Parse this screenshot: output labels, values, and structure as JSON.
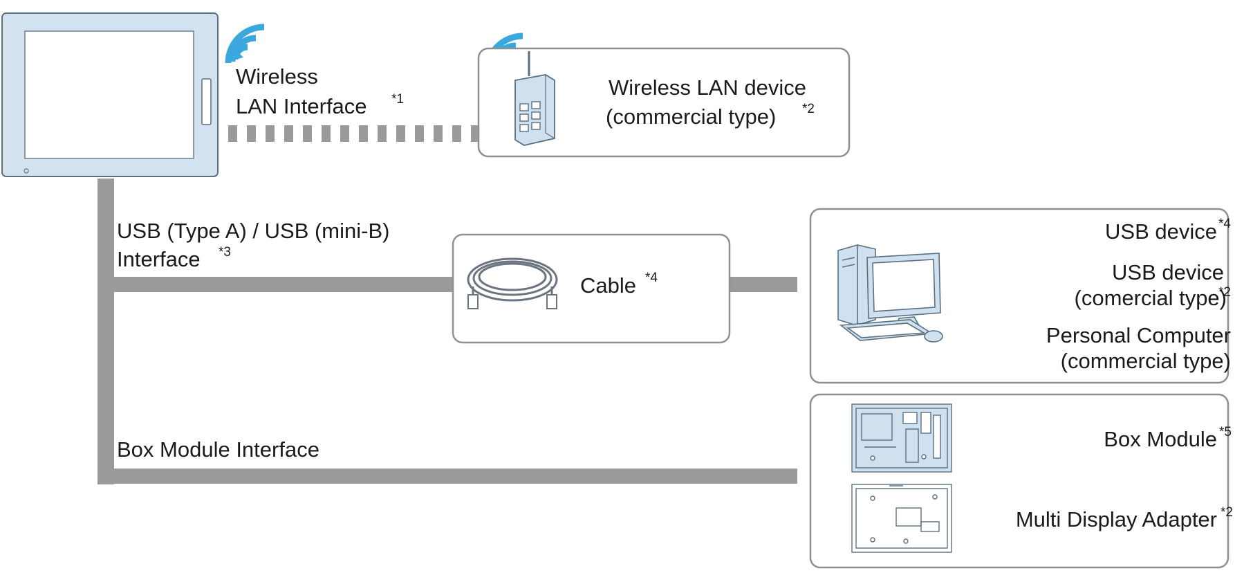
{
  "colors": {
    "line_gray": "#9a9a9a",
    "box_stroke": "#8f8f8f",
    "device_fill": "#cfe0ee",
    "device_stroke": "#5a6f80",
    "wifi_blue": "#3aa8dc"
  },
  "icons": {
    "display_unit": "hmi-display-icon",
    "router": "wireless-router-icon",
    "cable": "usb-cable-icon",
    "pc": "personal-computer-icon",
    "box_module": "box-module-icon",
    "multi_display_adapter": "multi-display-adapter-icon"
  },
  "wireless": {
    "label_line1": "Wireless",
    "label_line2": "LAN Interface",
    "label_note": "*1"
  },
  "wlan_device": {
    "line1": "Wireless LAN device",
    "line2": "(commercial type)",
    "note": "*2"
  },
  "usb_interface": {
    "line1": "USB (Type A) / USB (mini-B)",
    "line2": "Interface",
    "note": "*3"
  },
  "cable": {
    "label": "Cable",
    "note": "*4"
  },
  "usb_targets": {
    "usb_device": "USB device",
    "usb_device_note": "*4",
    "usb_commercial_line1": "USB device",
    "usb_commercial_line2": "(comercial type)",
    "usb_commercial_note": "*2",
    "pc_line1": "Personal Computer",
    "pc_line2": "(commercial type)"
  },
  "box_interface": {
    "label": "Box Module Interface"
  },
  "box_targets": {
    "box_module": "Box Module",
    "box_module_note": "*5",
    "mda": "Multi Display Adapter",
    "mda_note": "*2"
  }
}
